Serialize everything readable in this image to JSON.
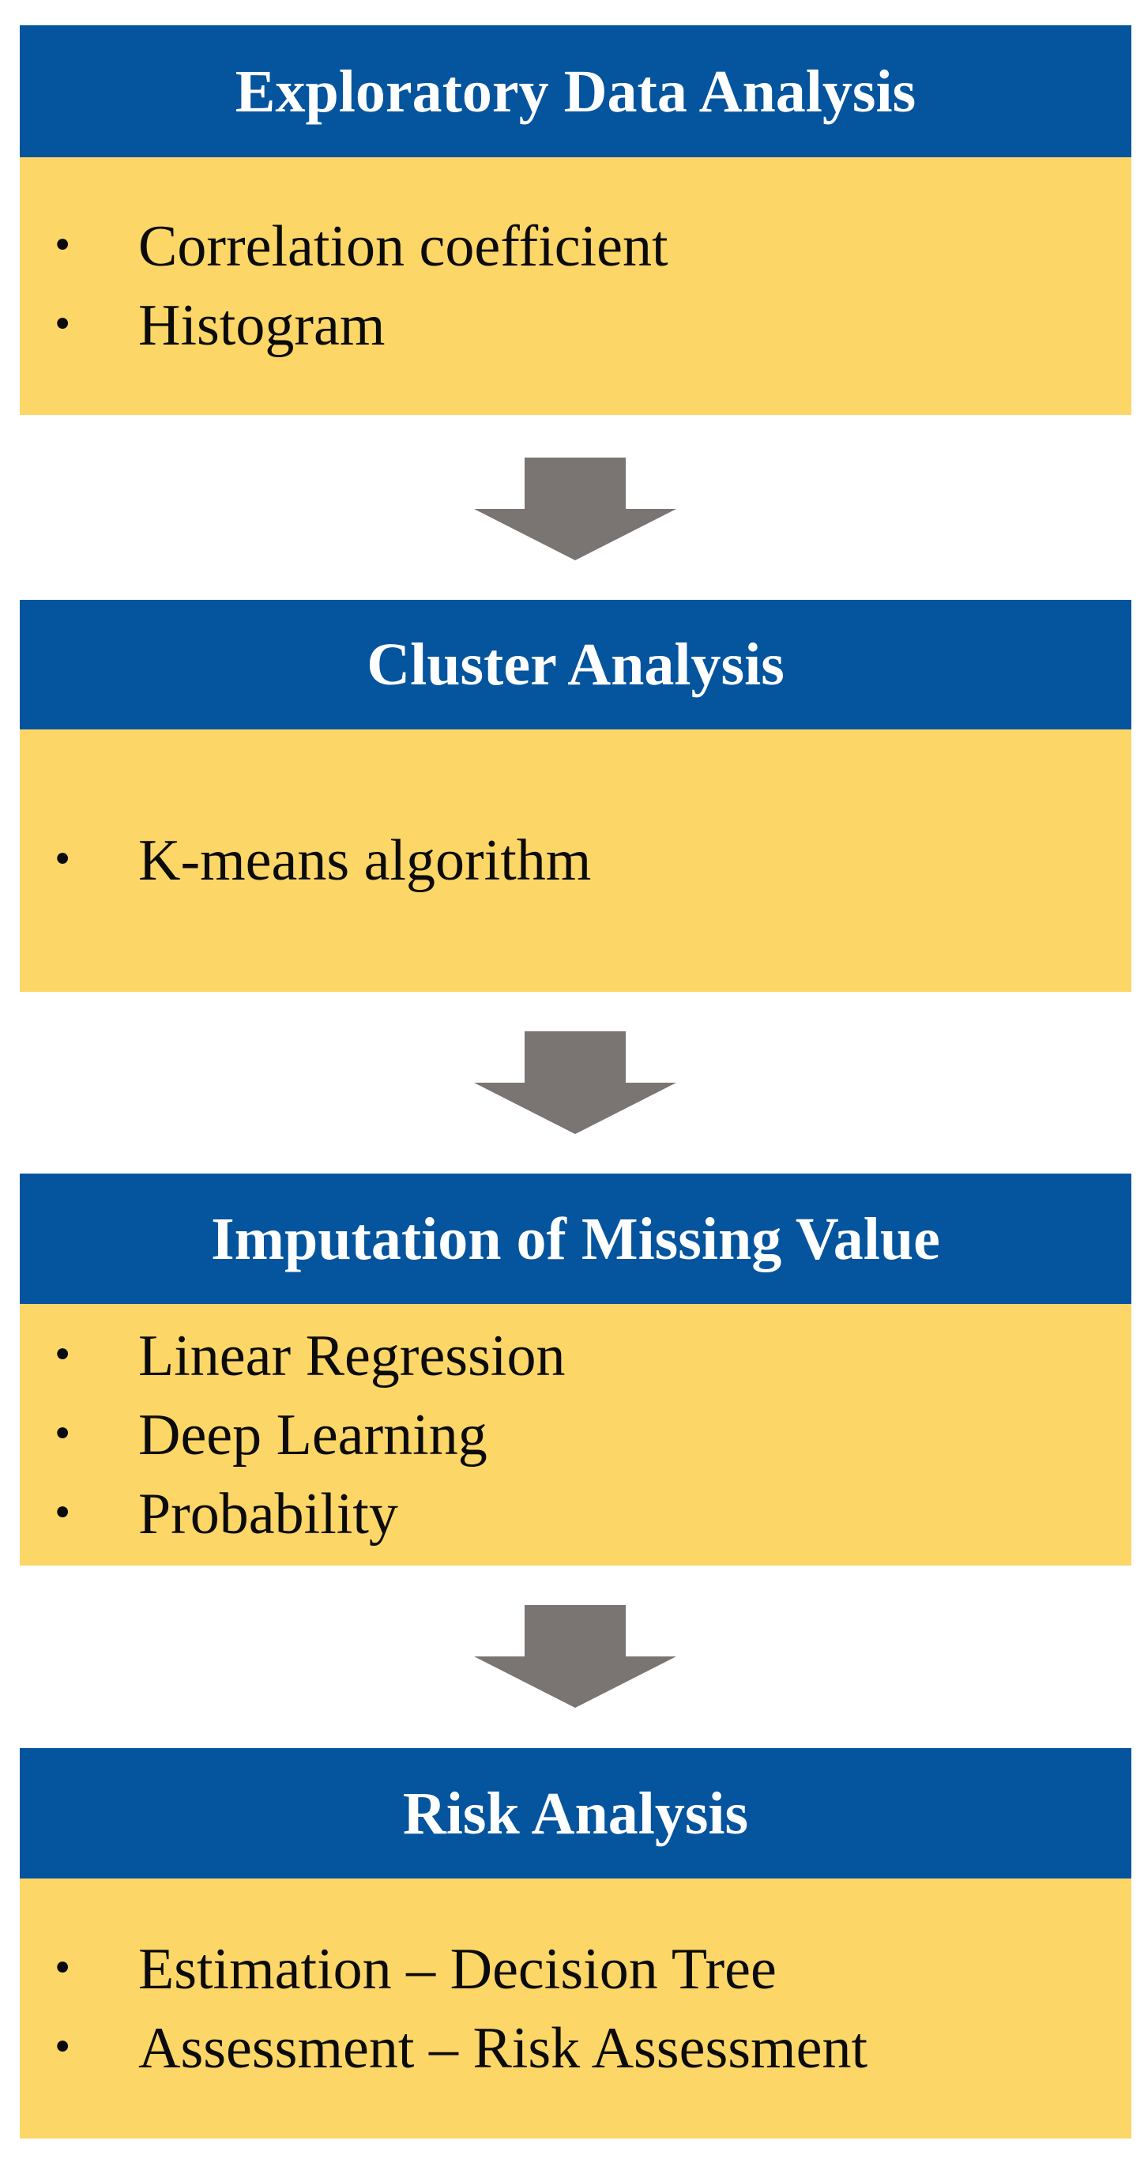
{
  "diagram": {
    "bullet_char": "•",
    "colors": {
      "header_bg": "#05549E",
      "body_bg": "#FCD667",
      "arrow": "#7A7473",
      "header_text": "#FFFFFF",
      "body_text": "#0B0B0B",
      "page_bg": "#FFFFFF"
    },
    "boxes": [
      {
        "title": "Exploratory Data Analysis",
        "items": [
          "Correlation coefficient",
          "Histogram"
        ]
      },
      {
        "title": "Cluster Analysis",
        "items": [
          "K-means algorithm"
        ]
      },
      {
        "title": "Imputation of Missing Value",
        "items": [
          "Linear Regression",
          "Deep Learning",
          "Probability"
        ]
      },
      {
        "title": "Risk Analysis",
        "items": [
          "Estimation – Decision Tree",
          "Assessment – Risk Assessment"
        ]
      }
    ]
  }
}
